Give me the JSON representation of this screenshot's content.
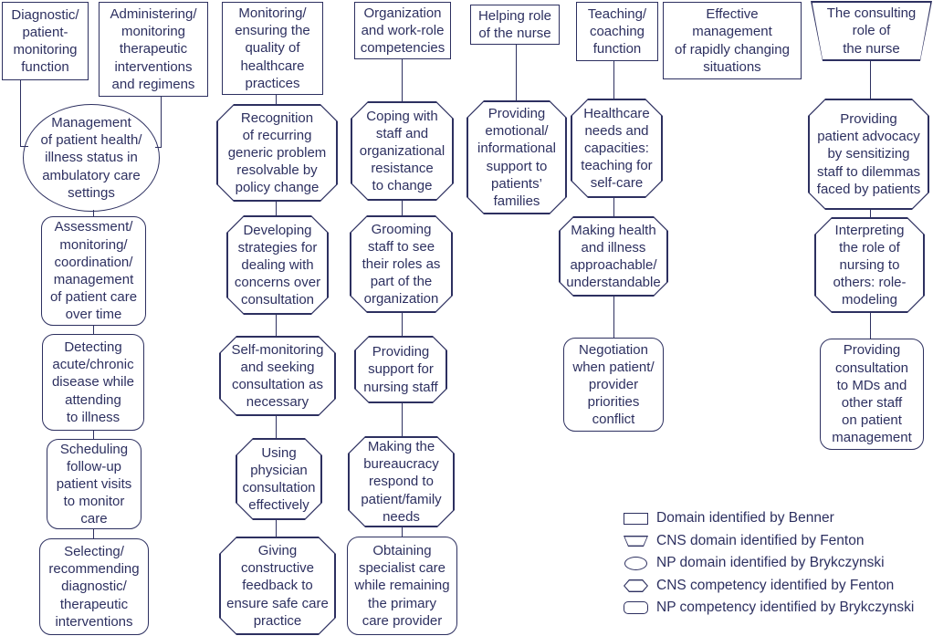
{
  "colors": {
    "ink": "#2d3060",
    "background": "#ffffff"
  },
  "nodes": {
    "h1": {
      "shape": "rectangle",
      "label": "Diagnostic/\npatient-\nmonitoring\nfunction"
    },
    "h2": {
      "shape": "rectangle",
      "label": "Administering/\nmonitoring\ntherapeutic\ninterventions\nand regimens"
    },
    "h3": {
      "shape": "rectangle",
      "label": "Monitoring/\nensuring the\nquality of\nhealthcare\npractices"
    },
    "h4": {
      "shape": "rectangle",
      "label": "Organization\nand work-role\ncompetencies"
    },
    "h5": {
      "shape": "rectangle",
      "label": "Helping role\nof the nurse"
    },
    "h6": {
      "shape": "rectangle",
      "label": "Teaching/\ncoaching\nfunction"
    },
    "h7": {
      "shape": "rectangle",
      "label": "Effective\nmanagement\nof rapidly changing\nsituations"
    },
    "h8": {
      "shape": "trapezoid",
      "label": "The consulting\nrole of\nthe nurse"
    },
    "np": {
      "shape": "ellipse",
      "label": "Management\nof patient health/\nillness status in\nambulatory care\nsettings"
    },
    "c1a": {
      "shape": "rounded-rectangle",
      "label": "Assessment/\nmonitoring/\ncoordination/\nmanagement\nof patient care\nover time"
    },
    "c1b": {
      "shape": "rounded-rectangle",
      "label": "Detecting\nacute/chronic\ndisease while\nattending\nto illness"
    },
    "c1c": {
      "shape": "rounded-rectangle",
      "label": "Scheduling\nfollow-up\npatient visits\nto monitor\ncare"
    },
    "c1d": {
      "shape": "rounded-rectangle",
      "label": "Selecting/\nrecommending\ndiagnostic/\ntherapeutic\ninterventions"
    },
    "c3a": {
      "shape": "octagon",
      "label": "Recognition\nof recurring\ngeneric problem\nresolvable by\npolicy change"
    },
    "c3b": {
      "shape": "octagon",
      "label": "Developing\nstrategies for\ndealing with\nconcerns over\nconsultation"
    },
    "c3c": {
      "shape": "octagon",
      "label": "Self-monitoring\nand seeking\nconsultation as\nnecessary"
    },
    "c3d": {
      "shape": "octagon",
      "label": "Using\nphysician\nconsultation\neffectively"
    },
    "c3e": {
      "shape": "octagon",
      "label": "Giving\nconstructive\nfeedback to\nensure safe care\npractice"
    },
    "c4a": {
      "shape": "octagon",
      "label": "Coping with\nstaff and\norganizational\nresistance\nto change"
    },
    "c4b": {
      "shape": "octagon",
      "label": "Grooming\nstaff to see\ntheir roles as\npart of the\norganization"
    },
    "c4c": {
      "shape": "octagon",
      "label": "Providing\nsupport for\nnursing staff"
    },
    "c4d": {
      "shape": "octagon",
      "label": "Making the\nbureaucracy\nrespond to\npatient/family\nneeds"
    },
    "c4e": {
      "shape": "rounded-rectangle",
      "label": "Obtaining\nspecialist care\nwhile remaining\nthe primary\ncare provider"
    },
    "c5a": {
      "shape": "octagon",
      "label": "Providing\nemotional/\ninformational\nsupport to\npatients’\nfamilies"
    },
    "c6a": {
      "shape": "octagon",
      "label": "Healthcare\nneeds and\ncapacities:\nteaching for\nself-care"
    },
    "c6b": {
      "shape": "octagon",
      "label": "Making health\nand illness\napproachable/\nunderstandable"
    },
    "c6c": {
      "shape": "rounded-rectangle",
      "label": "Negotiation\nwhen patient/\nprovider\npriorities\nconflict"
    },
    "c8a": {
      "shape": "octagon",
      "label": "Providing\npatient advocacy\nby sensitizing\nstaff to dilemmas\nfaced by patients"
    },
    "c8b": {
      "shape": "octagon",
      "label": "Interpreting\nthe role of\nnursing to\nothers: role-\nmodeling"
    },
    "c8c": {
      "shape": "rounded-rectangle",
      "label": "Providing\nconsultation\nto MDs and\nother staff\non patient\nmanagement"
    }
  },
  "legend": {
    "items": [
      {
        "shape": "rectangle",
        "label": "Domain identified by Benner"
      },
      {
        "shape": "trapezoid",
        "label": "CNS domain identified by Fenton"
      },
      {
        "shape": "ellipse",
        "label": "NP domain identified by Brykczynski"
      },
      {
        "shape": "octagon",
        "label": "CNS competency identified by Fenton"
      },
      {
        "shape": "rounded-rectangle",
        "label": "NP competency identified by Brykczynski"
      }
    ]
  }
}
